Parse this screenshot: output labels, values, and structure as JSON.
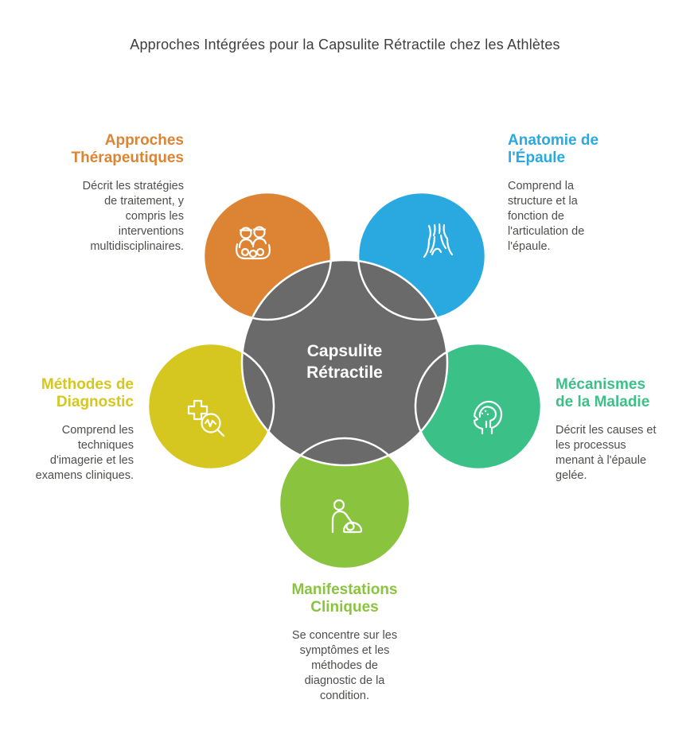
{
  "title": "Approches Intégrées pour la Capsulite Rétractile chez les Athlètes",
  "center": {
    "label": "Capsulite\nRétractile",
    "color": "#6A6A6A",
    "text_color": "#FFFFFF"
  },
  "theme": {
    "background": "#FFFFFF",
    "title_color": "#3E3E3E",
    "body_text_color": "#4F4E4C"
  },
  "sections": [
    {
      "name": "approches-therapeutiques",
      "heading": "Approches\nThérapeutiques",
      "body": "Décrit les stratégies\nde traitement, y\ncompris les\ninterventions\nmultidisciplinaires.",
      "color": "#DD8434",
      "icon": "team-people-icon",
      "position": "top-left"
    },
    {
      "name": "anatomie-epaule",
      "heading": "Anatomie de\nl'Épaule",
      "body": "Comprend la\nstructure et la\nfonction de\nl'articulation de\nl'épaule.",
      "color": "#2AA9E0",
      "icon": "shoulder-joint-icon",
      "position": "top-right"
    },
    {
      "name": "methodes-diagnostic",
      "heading": "Méthodes de\nDiagnostic",
      "body": "Comprend les\ntechniques\nd'imagerie et les\nexamens cliniques.",
      "color": "#D5C71F",
      "icon": "medical-cross-magnifier-icon",
      "position": "left"
    },
    {
      "name": "mecanismes-maladie",
      "heading": "Mécanismes\nde la Maladie",
      "body": "Décrit les causes et\nles processus\nmenant à l'épaule\ngelée.",
      "color": "#3BC188",
      "icon": "head-profile-brain-icon",
      "position": "right"
    },
    {
      "name": "manifestations-cliniques",
      "heading": "Manifestations\nCliniques",
      "body": "Se concentre sur les\nsymptômes et les\nméthodes de\ndiagnostic de la\ncondition.",
      "color": "#8AC43F",
      "icon": "caregiver-patient-icon",
      "position": "bottom"
    }
  ]
}
